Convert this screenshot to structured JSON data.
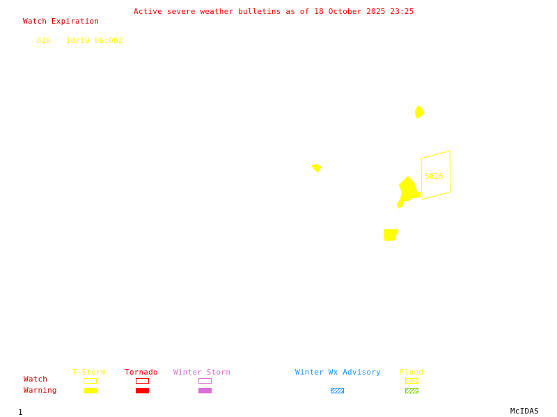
{
  "header": {
    "title": "Active severe weather bulletins as of 18 October 2025 23:25"
  },
  "watch_expiration": {
    "label": "Watch Expiration",
    "entries": [
      {
        "number": "626",
        "expires": "10/19 06:00Z"
      }
    ]
  },
  "map": {
    "watch_boxes": [
      {
        "id": "S626",
        "label": "S626",
        "type": "T-Storm Watch",
        "color": "#ffff00"
      }
    ],
    "warnings": [
      {
        "name": "tstorm-warning-polygon-1",
        "type": "T-Storm Warning",
        "color": "#ffff00"
      },
      {
        "name": "tstorm-warning-polygon-2",
        "type": "T-Storm Warning",
        "color": "#ffff00"
      },
      {
        "name": "tstorm-warning-polygon-3",
        "type": "T-Storm Warning",
        "color": "#ffff00"
      },
      {
        "name": "tstorm-warning-polygon-4",
        "type": "T-Storm Warning",
        "color": "#ffff00"
      }
    ]
  },
  "legend": {
    "row_labels": {
      "watch": "Watch",
      "warning": "Warning"
    },
    "columns": [
      {
        "label": "T-Storm",
        "color": "#ffff00",
        "watch": "outline",
        "warning": "filled"
      },
      {
        "label": "Tornado",
        "color": "#ff0000",
        "watch": "outline",
        "warning": "filled"
      },
      {
        "label": "Winter Storm",
        "color": "#da70d6",
        "watch": "outline",
        "warning": "filled"
      },
      {
        "label": "Winter Wx Advisory",
        "color": "#1e90ff",
        "watch": "none",
        "warning": "hatched"
      },
      {
        "label": "Flood",
        "color": "#ffff00",
        "warning_color": "#7ccd00",
        "watch": "hatched",
        "warning": "hatched"
      }
    ]
  },
  "footer": {
    "frame_number": "1",
    "brand": "McIDAS"
  }
}
